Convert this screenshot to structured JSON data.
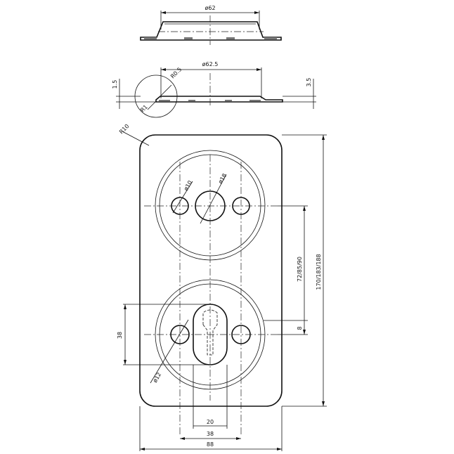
{
  "labels": {
    "d62": "ø62",
    "d62_5": "ø62.5",
    "t1_5": "1.5",
    "t3_5": "3.5",
    "r0_5": "R0.5",
    "r1": "R1",
    "r10": "R10",
    "d10": "ø10",
    "d18": "ø18",
    "d12": "ø12",
    "spacing": "72/85/90",
    "height": "170/183/188",
    "slot_offset": "8",
    "slot_len": "38",
    "slot_w": "20",
    "hole_pitch": "38",
    "width": "88"
  }
}
